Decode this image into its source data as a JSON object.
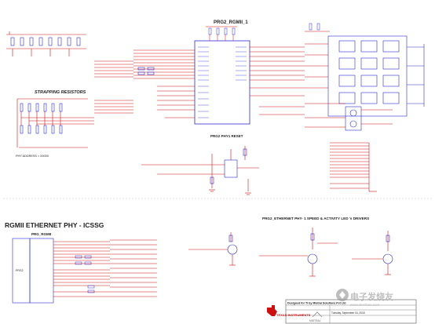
{
  "sections": {
    "phy_block_title": "PRG2_RGMII_1",
    "strapping_title": "STRAPPING RESISTORS",
    "phy_address_note": "PHY ADDRESS = 00000",
    "phy_reset_title": "PRG2 PHY1 RESET",
    "ethernet_phy_title": "RGMII ETHERNET PHY - ICSSG",
    "rgmii_block_title": "PRG_RGMII",
    "rgmii_side_label": "PRG2",
    "led_driver_title": "PRG2_ETHERNET PHY- 1 SPEED & ACTIVITY  LED 's DRIVERS"
  },
  "title_block": {
    "designed_for": "Designed for TI by Mistral Solutions Pvt Ltd",
    "date": "Tuesday, September 04, 2018",
    "company": "TEXAS INSTRUMENTS",
    "vendor": "MISTRAL",
    "watermark": "电子发烧友",
    "watermark_url": "www.elecfans.com"
  },
  "colors": {
    "wire_red": "#cc1010",
    "wire_blue": "#2b2bd0",
    "text_dark": "#222222",
    "ti_logo": "#cc1010"
  },
  "icons": {
    "ti_logo": "ti-logo-icon",
    "vendor_logo": "mistral-logo-icon",
    "watermark": "elecfans-watermark-icon"
  }
}
